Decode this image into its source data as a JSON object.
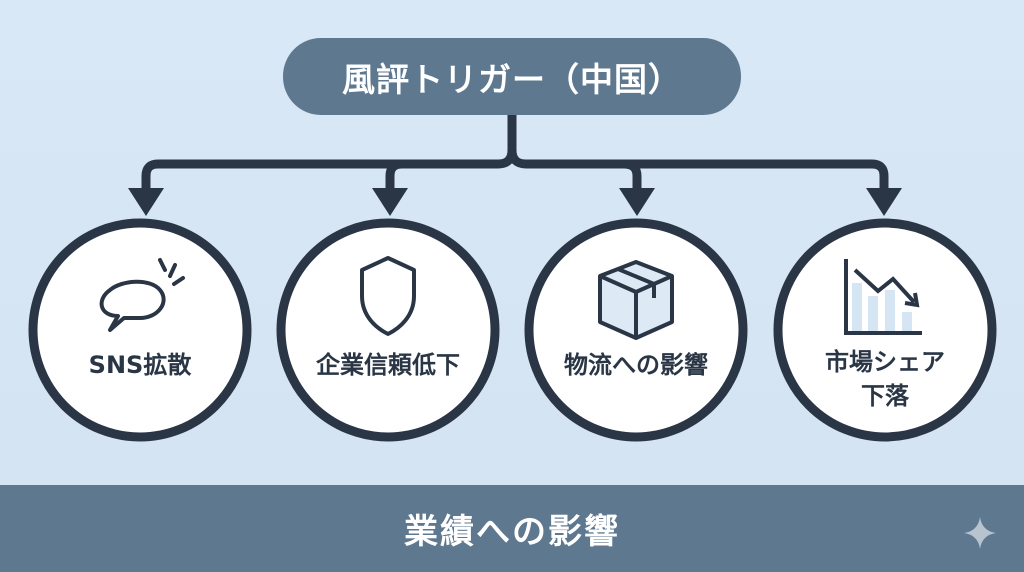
{
  "trigger": {
    "label": "風評トリガー（中国）"
  },
  "impacts": [
    {
      "label": "SNS拡散",
      "icon": "speech-bubble-icon"
    },
    {
      "label": "企業信頼低下",
      "icon": "shield-icon"
    },
    {
      "label": "物流への影響",
      "icon": "box-icon"
    },
    {
      "label": "市場シェア\n下落",
      "icon": "declining-chart-icon"
    }
  ],
  "footer": {
    "label": "業績への影響"
  },
  "colors": {
    "background": "#d6e6f4",
    "accent": "#5e7890",
    "stroke": "#2a3646"
  }
}
